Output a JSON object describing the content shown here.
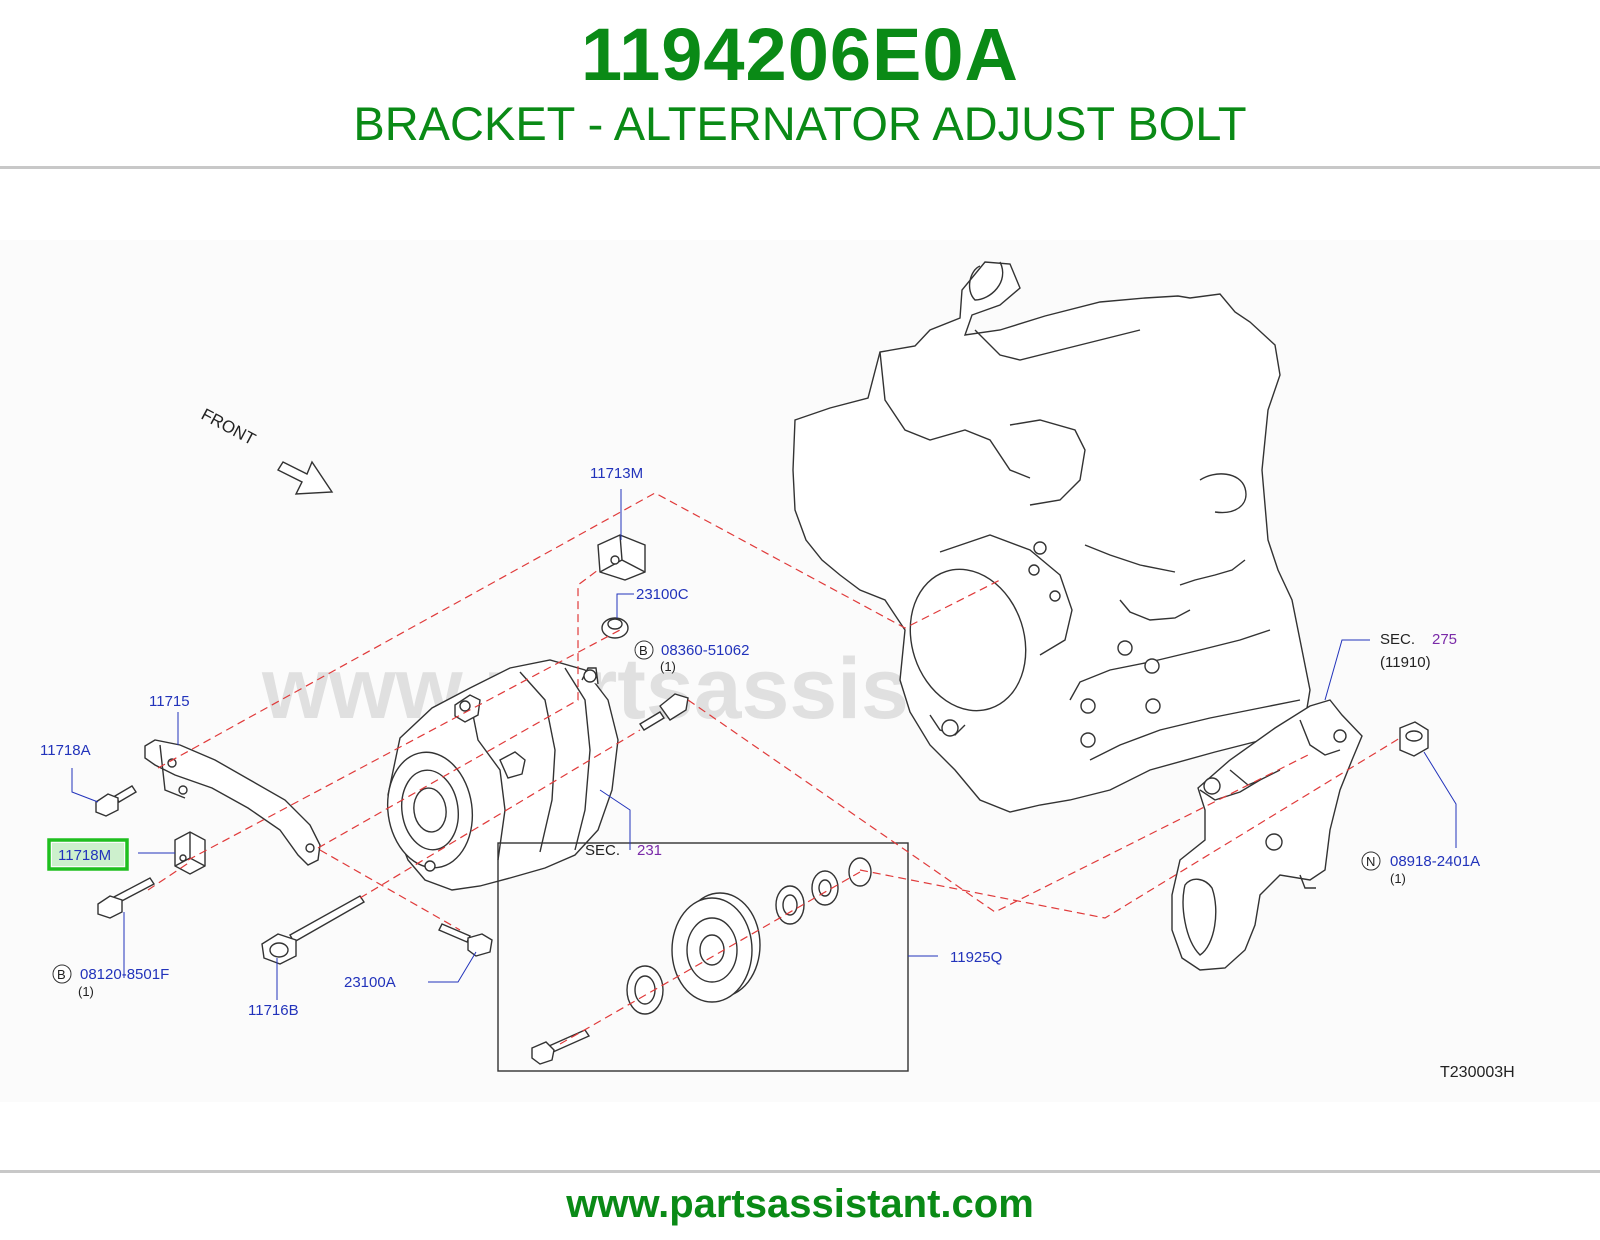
{
  "header": {
    "part_number": "1194206E0A",
    "description": "BRACKET - ALTERNATOR ADJUST BOLT"
  },
  "diagram": {
    "watermark": "www.partsassistant.com",
    "direction_label": "FRONT",
    "figure_code": "T230003H",
    "highlight_color": "#1fbf1f",
    "label_color": "#2233bb",
    "section_color": "#7a2aa8",
    "dash_color": "#e03a3a",
    "labels": {
      "p11713M": "11713M",
      "p23100C": "23100C",
      "b08360": "08360-51062",
      "b08360_prefix": "B",
      "b08360_qty": "(1)",
      "p11715": "11715",
      "p11718A": "11718A",
      "p11718M": "11718M",
      "b08120": "08120-8501F",
      "b08120_prefix": "B",
      "b08120_qty": "(1)",
      "p11716B": "11716B",
      "p23100A": "23100A",
      "sec231_prefix": "SEC.",
      "sec231_num": "231",
      "p11925Q": "11925Q",
      "sec275_prefix": "SEC.",
      "sec275_num": "275",
      "sec275_sub": "(11910)",
      "n08918": "08918-2401A",
      "n08918_prefix": "N",
      "n08918_qty": "(1)"
    }
  },
  "footer": {
    "url": "www.partsassistant.com"
  }
}
